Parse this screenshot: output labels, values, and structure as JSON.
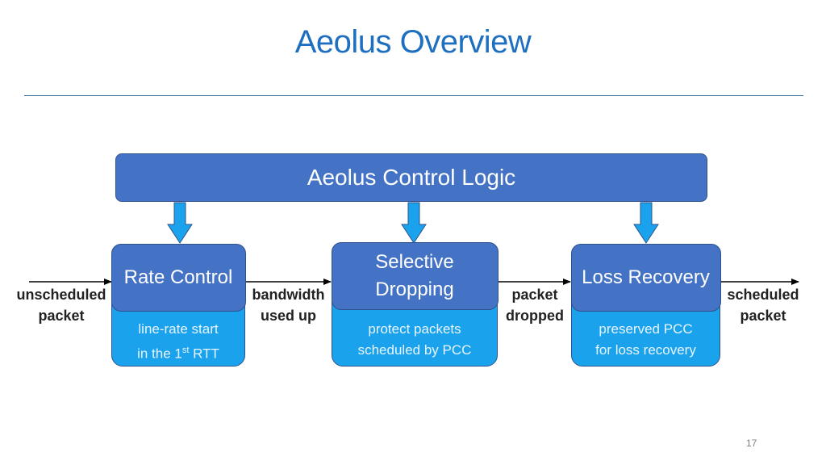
{
  "slide": {
    "title": "Aeolus Overview",
    "page_number": "17"
  },
  "control_logic": {
    "label": "Aeolus Control Logic"
  },
  "modules": [
    {
      "title": "Rate Control",
      "desc_line1": "line-rate start",
      "desc_line2_prefix": "in the 1",
      "desc_line2_sup": "st",
      "desc_line2_suffix": " RTT"
    },
    {
      "title_line1": "Selective",
      "title_line2": "Dropping",
      "desc_line1": "protect packets",
      "desc_line2": "scheduled by PCC"
    },
    {
      "title": "Loss Recovery",
      "desc_line1": "preserved PCC",
      "desc_line2": "for loss recovery"
    }
  ],
  "edges": [
    {
      "line1": "unscheduled",
      "line2": "packet"
    },
    {
      "line1": "bandwidth",
      "line2": "used up"
    },
    {
      "line1": "packet",
      "line2": "dropped"
    },
    {
      "line1": "scheduled",
      "line2": "packet"
    }
  ],
  "colors": {
    "title": "#1f6fc0",
    "box_fill": "#4472c4",
    "box_border": "#2f528f",
    "card_fill": "#1aa3ec",
    "arrow_fill": "#1aa3ec"
  }
}
